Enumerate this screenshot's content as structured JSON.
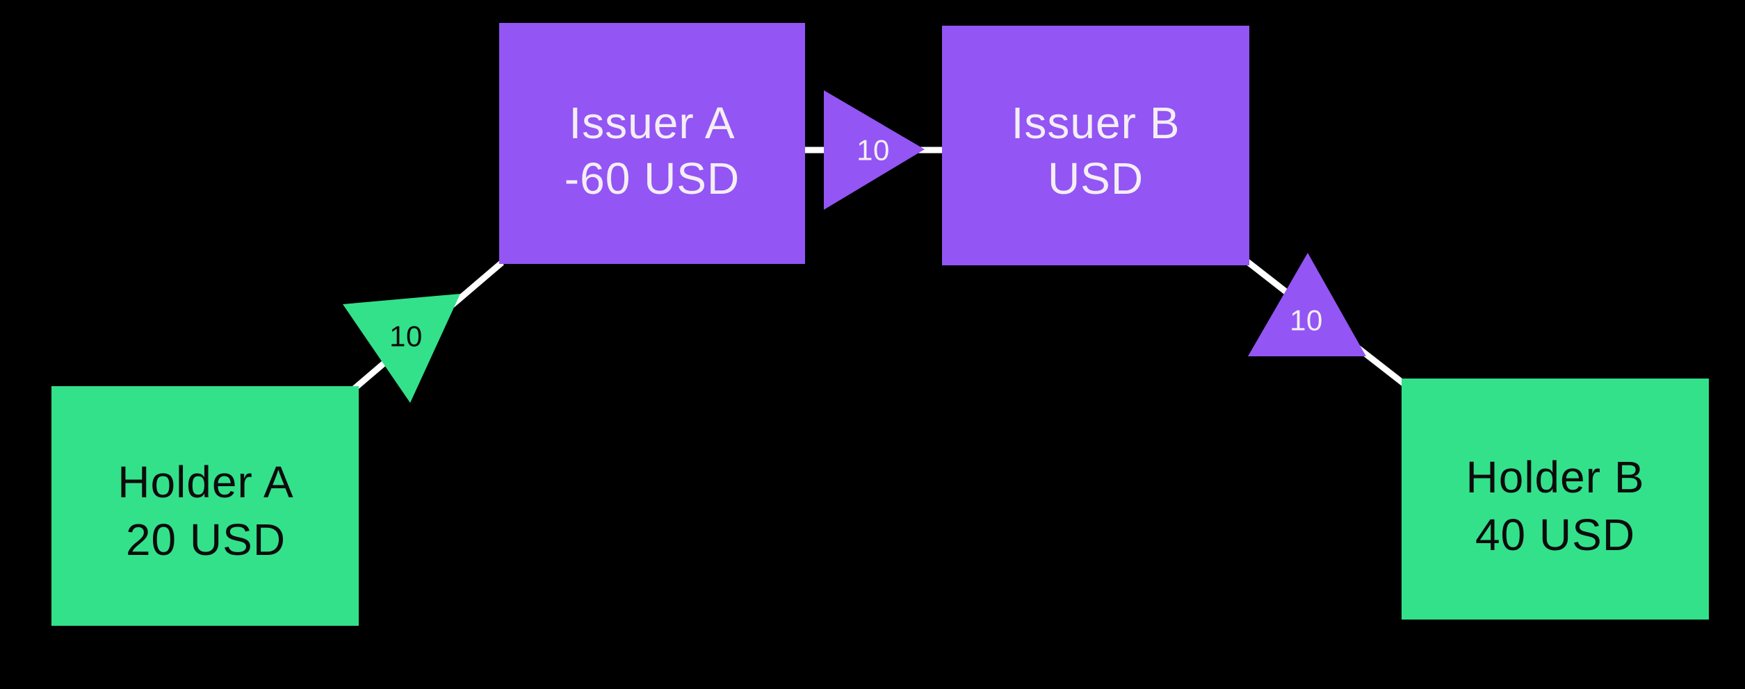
{
  "colors": {
    "background": "#000000",
    "issuer_fill": "#9355f4",
    "holder_fill": "#33e18a",
    "edge_stroke": "#ffffff",
    "issuer_text": "#f4eef4",
    "holder_text": "#0c0c0c"
  },
  "nodes": {
    "issuer_a": {
      "line1": "Issuer A",
      "line2": "-60 USD"
    },
    "issuer_b": {
      "line1": "Issuer B",
      "line2": "USD"
    },
    "holder_a": {
      "line1": "Holder A",
      "line2": "20 USD"
    },
    "holder_b": {
      "line1": "Holder B",
      "line2": "40 USD"
    }
  },
  "edges": {
    "holder_a_to_issuer_a": {
      "label": "10"
    },
    "issuer_a_to_issuer_b": {
      "label": "10"
    },
    "issuer_b_to_holder_b": {
      "label": "10"
    }
  }
}
